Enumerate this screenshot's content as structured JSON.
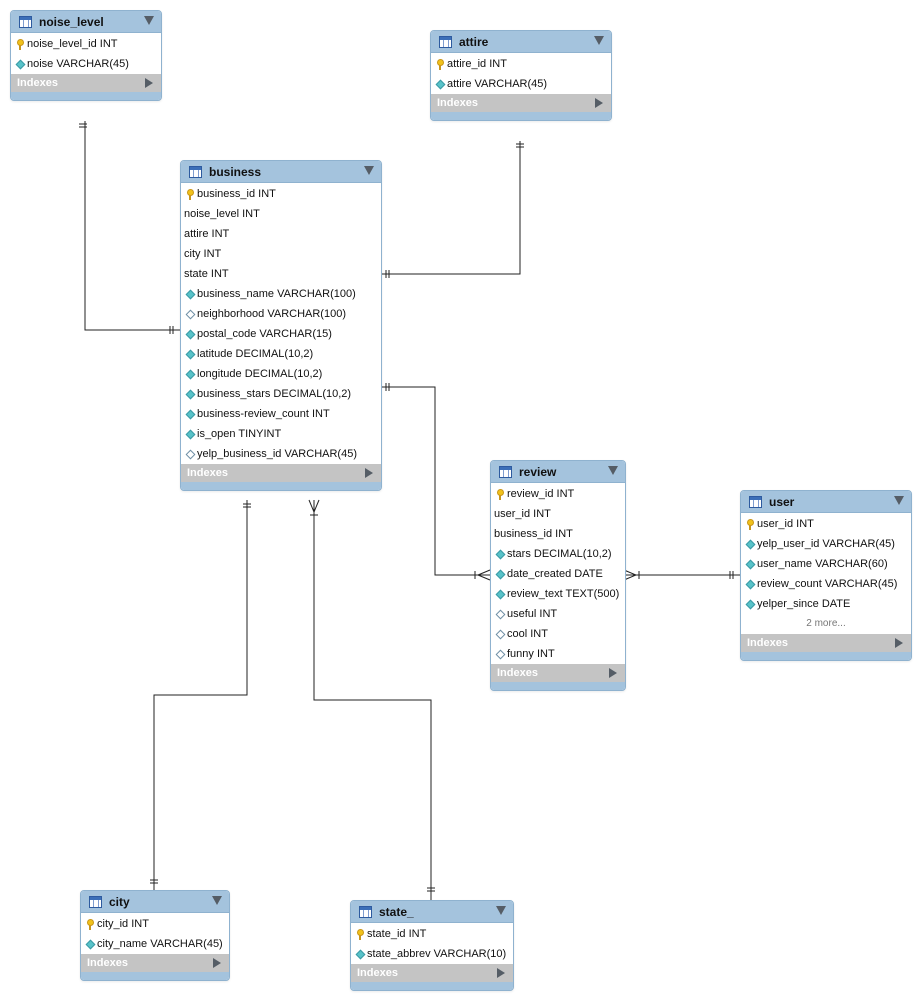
{
  "colors": {
    "header": "#a4c3dd",
    "border": "#8fb2cf",
    "line": "#222222"
  },
  "tables": [
    {
      "id": "noise_level",
      "name": "noise_level",
      "columns": [
        {
          "label": "noise_level_id INT",
          "icon": "key"
        },
        {
          "label": "noise VARCHAR(45)",
          "icon": "nn"
        }
      ]
    },
    {
      "id": "attire",
      "name": "attire",
      "columns": [
        {
          "label": "attire_id INT",
          "icon": "key"
        },
        {
          "label": "attire VARCHAR(45)",
          "icon": "nn"
        }
      ]
    },
    {
      "id": "business",
      "name": "business",
      "columns": [
        {
          "label": "business_id INT",
          "icon": "key"
        },
        {
          "label": "noise_level INT",
          "icon": "none"
        },
        {
          "label": "attire INT",
          "icon": "none"
        },
        {
          "label": "city INT",
          "icon": "none"
        },
        {
          "label": "state INT",
          "icon": "none"
        },
        {
          "label": "business_name VARCHAR(100)",
          "icon": "nn"
        },
        {
          "label": "neighborhood VARCHAR(100)",
          "icon": "null"
        },
        {
          "label": "postal_code VARCHAR(15)",
          "icon": "nn"
        },
        {
          "label": "latitude DECIMAL(10,2)",
          "icon": "nn"
        },
        {
          "label": "longitude DECIMAL(10,2)",
          "icon": "nn"
        },
        {
          "label": "business_stars DECIMAL(10,2)",
          "icon": "nn"
        },
        {
          "label": "business-review_count INT",
          "icon": "nn"
        },
        {
          "label": "is_open TINYINT",
          "icon": "nn"
        },
        {
          "label": "yelp_business_id VARCHAR(45)",
          "icon": "null"
        }
      ]
    },
    {
      "id": "review",
      "name": "review",
      "columns": [
        {
          "label": "review_id INT",
          "icon": "key"
        },
        {
          "label": "user_id INT",
          "icon": "none"
        },
        {
          "label": "business_id INT",
          "icon": "none"
        },
        {
          "label": "stars DECIMAL(10,2)",
          "icon": "nn"
        },
        {
          "label": "date_created DATE",
          "icon": "nn"
        },
        {
          "label": "review_text TEXT(500)",
          "icon": "nn"
        },
        {
          "label": "useful INT",
          "icon": "null"
        },
        {
          "label": "cool INT",
          "icon": "null"
        },
        {
          "label": "funny INT",
          "icon": "null"
        }
      ]
    },
    {
      "id": "user",
      "name": "user",
      "columns": [
        {
          "label": "user_id INT",
          "icon": "key"
        },
        {
          "label": "yelp_user_id VARCHAR(45)",
          "icon": "nn"
        },
        {
          "label": "user_name VARCHAR(60)",
          "icon": "nn"
        },
        {
          "label": "review_count VARCHAR(45)",
          "icon": "nn"
        },
        {
          "label": "yelper_since DATE",
          "icon": "nn"
        }
      ],
      "more": "2 more..."
    },
    {
      "id": "city",
      "name": "city",
      "columns": [
        {
          "label": "city_id INT",
          "icon": "key"
        },
        {
          "label": "city_name VARCHAR(45)",
          "icon": "nn"
        }
      ]
    },
    {
      "id": "state_",
      "name": "state_",
      "columns": [
        {
          "label": "state_id INT",
          "icon": "key"
        },
        {
          "label": "state_abbrev VARCHAR(10)",
          "icon": "nn"
        }
      ]
    }
  ],
  "indexes_label": "Indexes",
  "relationships": [
    {
      "from": "noise_level",
      "to": "business",
      "from_end": "one",
      "to_end": "one"
    },
    {
      "from": "attire",
      "to": "business",
      "from_end": "one",
      "to_end": "one"
    },
    {
      "from": "business",
      "to": "review",
      "from_end": "one",
      "to_end": "many"
    },
    {
      "from": "user",
      "to": "review",
      "from_end": "one",
      "to_end": "many"
    },
    {
      "from": "city",
      "to": "business",
      "from_end": "one",
      "to_end": "one"
    },
    {
      "from": "state_",
      "to": "business",
      "from_end": "one",
      "to_end": "many"
    }
  ]
}
